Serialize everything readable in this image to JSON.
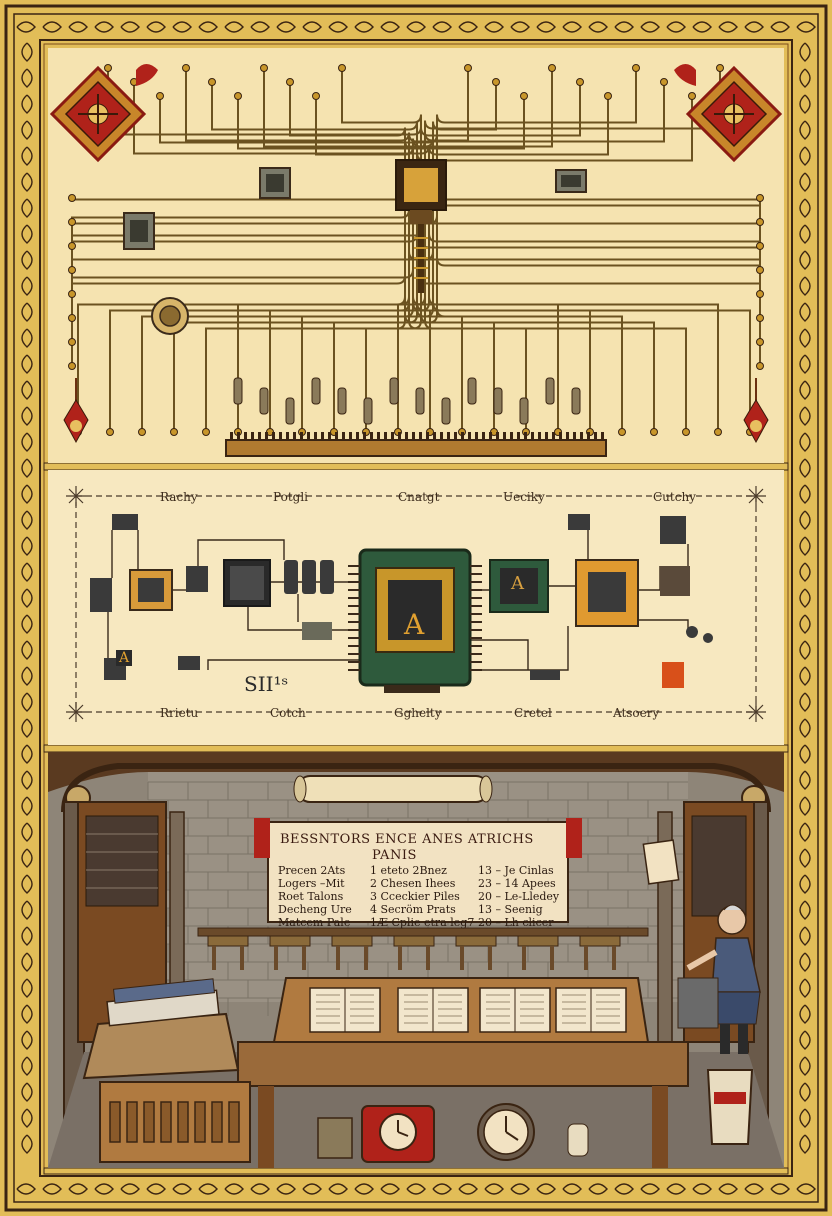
{
  "colors": {
    "border_gold": "#e2bd58",
    "border_ink": "#3a2412",
    "parchment": "#f5e3b0",
    "trace": "#6b5220",
    "chip_gold": "#c8962a",
    "ornament_red": "#b0221a",
    "chip_green": "#2e5a3c",
    "wood": "#9a6a3a",
    "stone": "#8e8578"
  },
  "circuit_panel": {
    "icons": [
      "ornate-diamond-left-icon",
      "ornate-diamond-right-icon",
      "central-chip-icon",
      "pendant-left-icon",
      "pendant-right-icon"
    ]
  },
  "schematic_panel": {
    "top_labels": [
      "Rachy",
      "Potgli",
      "Cnatgt",
      "Ueciky",
      "Cutchy"
    ],
    "bottom_labels": [
      "Rrietu",
      "Cotch",
      "Gghelty",
      "Cretel",
      "Atsoery"
    ],
    "main_chip_letter": "A",
    "side_chip_letter": "A",
    "small_chip_letter": "A",
    "squiggle_text": "SII¹ˢ"
  },
  "workshop_panel": {
    "poster": {
      "title_line1": "BESSNTORS ENCE ANES ATRICHS",
      "title_line2": "PANIS",
      "col1": [
        "Precen 2Ats",
        "Logers –Mit",
        "Roet Talons",
        "Decheng Ure",
        "Matcem Pale"
      ],
      "col2": [
        "1 eteto 2Bnez",
        "2 Chesen Ihees",
        "3 Cceckier Piles",
        "4 Secröm Prats",
        "1Æ Cplie etra leg7"
      ],
      "col3": [
        "13 – Je Cinlas",
        "23 – 14 Apees",
        "20 – Le-Lledey",
        "13 – Seenig",
        "20 – Lh clicer"
      ]
    },
    "scroll_icon": "rolled-scroll-icon",
    "clock_icons": [
      "wall-clock-icon",
      "desk-clock-icon"
    ]
  }
}
